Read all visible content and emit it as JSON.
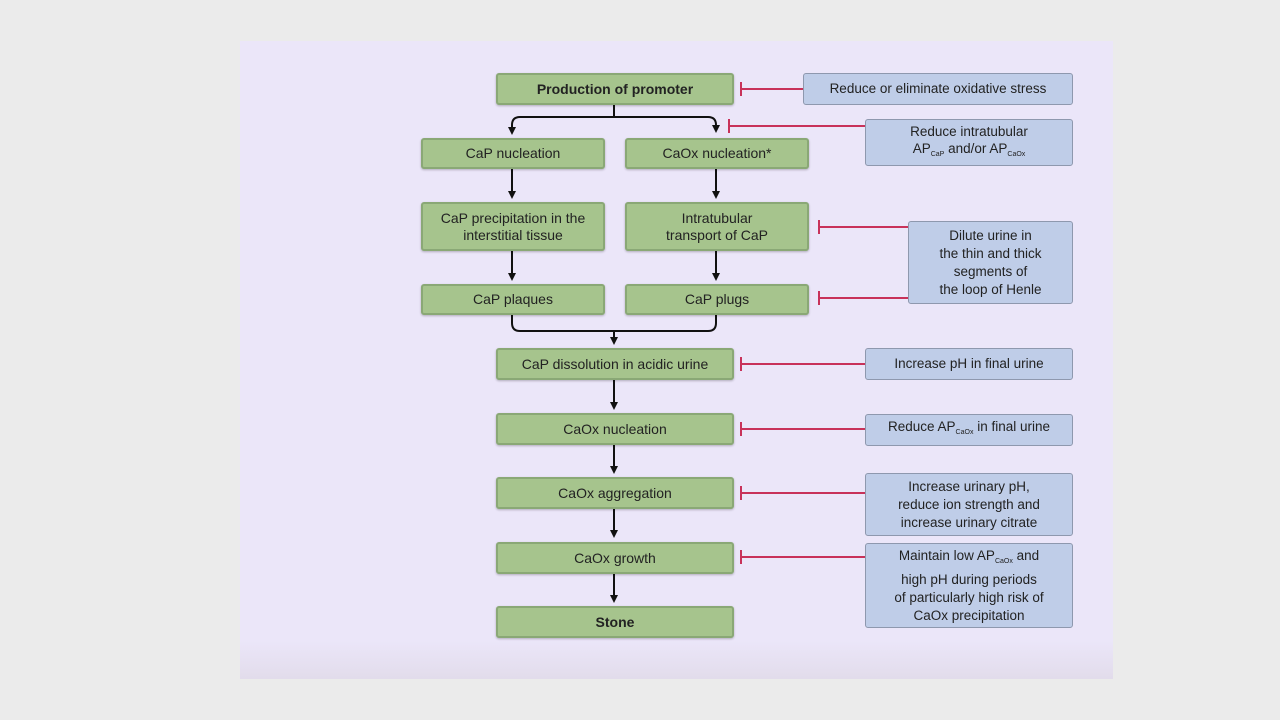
{
  "steps": {
    "promoter": "Production of promoter",
    "cap_nucleation": "CaP nucleation",
    "caox_nucleation_star": "CaOx nucleation*",
    "cap_precip_1": "CaP precipitation in the",
    "cap_precip_2": "interstitial tissue",
    "intratubular_1": "Intratubular",
    "intratubular_2": "transport of CaP",
    "cap_plaques": "CaP plaques",
    "cap_plugs": "CaP plugs",
    "cap_dissolution": "CaP dissolution in acidic urine",
    "caox_nucleation": "CaOx nucleation",
    "caox_aggregation": "CaOx aggregation",
    "caox_growth": "CaOx growth",
    "stone": "Stone"
  },
  "interventions": {
    "oxidative": "Reduce or eliminate oxidative stress",
    "intratubular_a": "Reduce intratubular",
    "intratubular_ap1": "AP",
    "intratubular_sub1": "CaP",
    "intratubular_mid": " and/or ",
    "intratubular_ap2": "AP",
    "intratubular_sub2": "CaOx",
    "dilute_1": "Dilute urine in",
    "dilute_2": "the thin and thick",
    "dilute_3": "segments of",
    "dilute_4": "the loop of Henle",
    "ph_final": "Increase pH in final urine",
    "reduce_ap_pre": "Reduce AP",
    "reduce_ap_sub": "CaOx",
    "reduce_ap_post": " in final urine",
    "agg_1": "Increase urinary pH,",
    "agg_2": "reduce ion strength and",
    "agg_3": "increase urinary citrate",
    "growth_pre": "Maintain low AP",
    "growth_sub": "CaOx",
    "growth_post": " and",
    "growth_2": "high pH during periods",
    "growth_3": "of particularly high risk of",
    "growth_4": "CaOx precipitation"
  },
  "colors": {
    "step_fill": "#a6c48d",
    "intervention_fill": "#bfcde8",
    "inhibit_line": "#c8325a",
    "arrow": "#111111",
    "background": "#ebe6f9"
  }
}
